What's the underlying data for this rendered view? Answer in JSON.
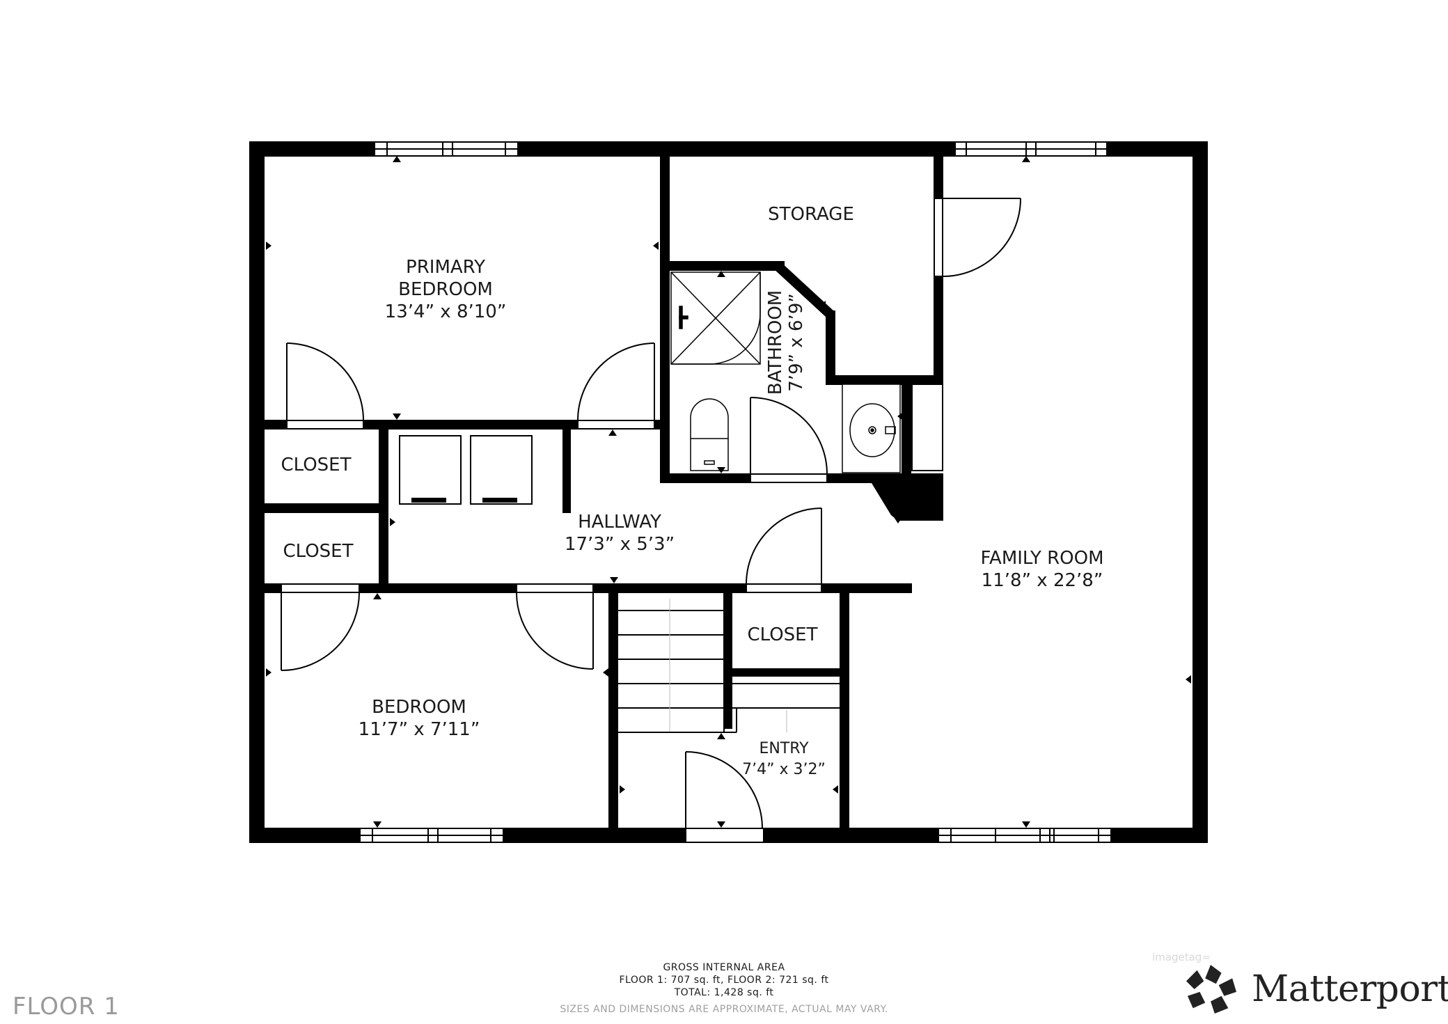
{
  "rooms": {
    "primary_bedroom": {
      "name_line1": "PRIMARY",
      "name_line2": "BEDROOM",
      "dims": "13’4” x 8’10”"
    },
    "storage": {
      "name": "STORAGE"
    },
    "bathroom": {
      "name": "BATHROOM",
      "dims": "7’9” x 6’9”"
    },
    "closet_upper": {
      "name": "CLOSET"
    },
    "closet_lower": {
      "name": "CLOSET"
    },
    "hallway": {
      "name": "HALLWAY",
      "dims": "17’3” x 5’3”"
    },
    "closet_center": {
      "name": "CLOSET"
    },
    "family_room": {
      "name": "FAMILY ROOM",
      "dims": "11’8” x 22’8”"
    },
    "bedroom": {
      "name": "BEDROOM",
      "dims": "11’7” x 7’11”"
    },
    "entry": {
      "name": "ENTRY",
      "dims": "7’4” x 3’2”"
    }
  },
  "footer": {
    "line1": "GROSS INTERNAL AREA",
    "line2": "FLOOR 1: 707 sq. ft, FLOOR 2: 721 sq. ft",
    "line3": "TOTAL: 1,428 sq. ft",
    "disclaimer": "SIZES AND DIMENSIONS ARE APPROXIMATE, ACTUAL MAY VARY."
  },
  "floor_label": "FLOOR 1",
  "image_tag": "imagetag=",
  "brand": {
    "name": "Matterport",
    "mark": "®",
    "icon": "matterport-logo-icon"
  },
  "colors": {
    "wall": "#000000",
    "fixture": "#000000",
    "background": "#ffffff"
  }
}
